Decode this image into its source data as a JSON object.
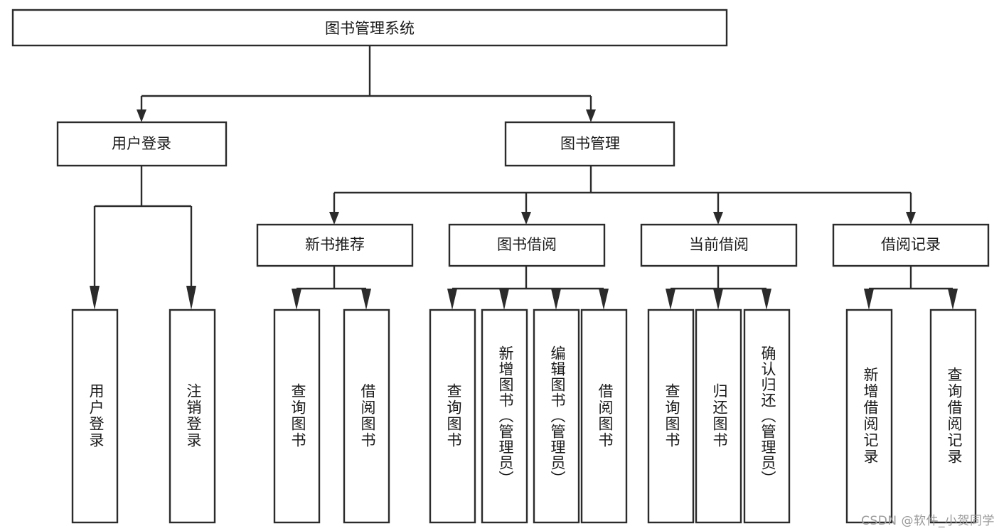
{
  "diagram": {
    "title": "图书管理系统",
    "type": "功能结构图",
    "watermark": "CSDN @软件_小贺同学",
    "colors": {
      "stroke": "#2b2b2b",
      "fill": "#ffffff",
      "text": "#1a1a1a",
      "watermark": "#9a9a9a"
    },
    "root": {
      "label": "图书管理系统"
    },
    "level2": [
      {
        "label": "用户登录"
      },
      {
        "label": "图书管理"
      }
    ],
    "level3": [
      {
        "label": "新书推荐"
      },
      {
        "label": "图书借阅"
      },
      {
        "label": "当前借阅"
      },
      {
        "label": "借阅记录"
      }
    ],
    "leaves": {
      "user_login": [
        {
          "label": "用户登录"
        },
        {
          "label": "注销登录"
        }
      ],
      "new_book": [
        {
          "label": "查询图书"
        },
        {
          "label": "借阅图书"
        }
      ],
      "book_borrow": [
        {
          "label": "查询图书"
        },
        {
          "label": "新增图书（管理员）"
        },
        {
          "label": "编辑图书（管理员）"
        },
        {
          "label": "借阅图书"
        }
      ],
      "current_borrow": [
        {
          "label": "查询图书"
        },
        {
          "label": "归还图书"
        },
        {
          "label": "确认归还（管理员）"
        }
      ],
      "borrow_record": [
        {
          "label": "新增借阅记录"
        },
        {
          "label": "查询借阅记录"
        }
      ]
    }
  }
}
